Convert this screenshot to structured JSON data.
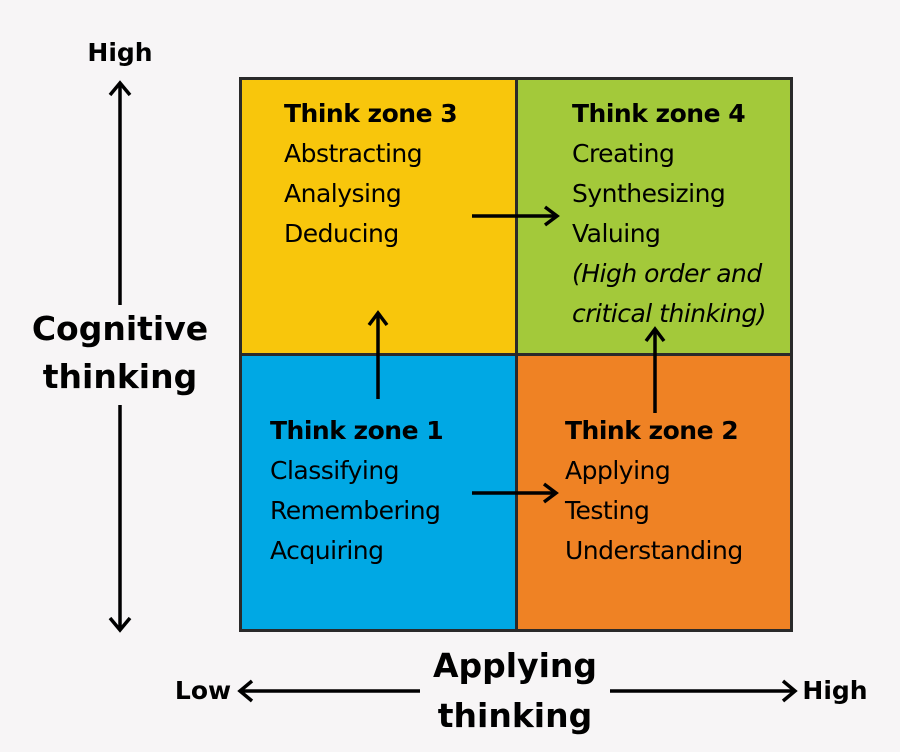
{
  "colors": {
    "zone1": "#00a8e4",
    "zone2": "#ef8224",
    "zone3": "#f8c60c",
    "zone4": "#a3c93a",
    "border": "#2a2a2a",
    "background": "#f7f5f6"
  },
  "y_axis": {
    "label_line1": "Cognitive",
    "label_line2": "thinking",
    "high_label": "High"
  },
  "x_axis": {
    "label_line1": "Applying",
    "label_line2": "thinking",
    "low_label": "Low",
    "high_label": "High"
  },
  "zones": {
    "zone3": {
      "title": "Think zone 3",
      "items": [
        "Abstracting",
        "Analysing",
        "Deducing"
      ]
    },
    "zone4": {
      "title": "Think zone 4",
      "items": [
        "Creating",
        "Synthesizing",
        "Valuing"
      ],
      "note_line1": "(High order and",
      "note_line2": "critical thinking)"
    },
    "zone1": {
      "title": "Think zone 1",
      "items": [
        "Classifying",
        "Remembering",
        "Acquiring"
      ]
    },
    "zone2": {
      "title": "Think zone 2",
      "items": [
        "Applying",
        "Testing",
        "Understanding"
      ]
    }
  },
  "flow": [
    {
      "from": "Think zone 1",
      "to": "Think zone 3"
    },
    {
      "from": "Think zone 1",
      "to": "Think zone 2"
    },
    {
      "from": "Think zone 3",
      "to": "Think zone 4"
    },
    {
      "from": "Think zone 2",
      "to": "Think zone 4"
    }
  ]
}
